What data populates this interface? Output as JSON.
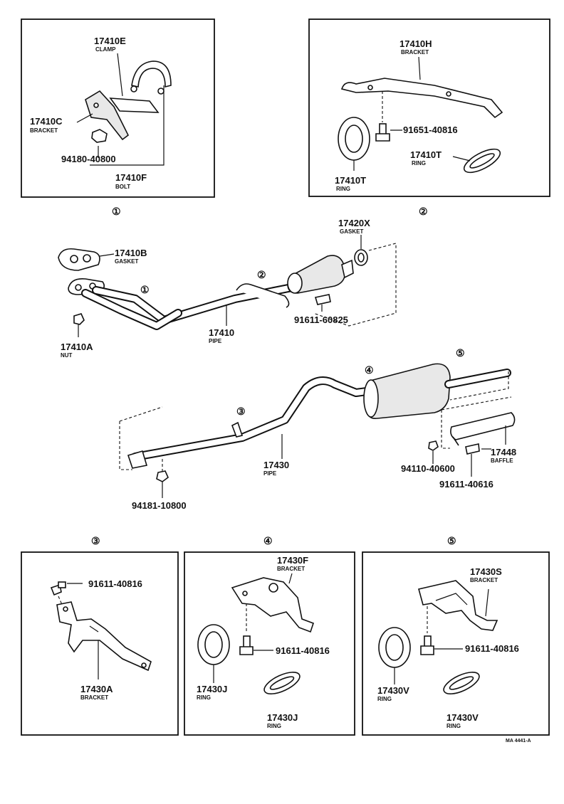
{
  "callouts": {
    "c1": "①",
    "c2": "②",
    "c3": "③",
    "c4": "④",
    "c5": "⑤"
  },
  "parts": {
    "p17410E": {
      "no": "17410E",
      "name": "CLAMP"
    },
    "p17410C": {
      "no": "17410C",
      "name": "BRACKET"
    },
    "p94180_40800": {
      "no": "94180-40800"
    },
    "p17410F": {
      "no": "17410F",
      "name": "BOLT"
    },
    "p17410H": {
      "no": "17410H",
      "name": "BRACKET"
    },
    "p91651_40816": {
      "no": "91651-40816"
    },
    "p17410T_a": {
      "no": "17410T",
      "name": "RING"
    },
    "p17410T_b": {
      "no": "17410T",
      "name": "RING"
    },
    "p17420X": {
      "no": "17420X",
      "name": "GASKET"
    },
    "p17410B": {
      "no": "17410B",
      "name": "GASKET"
    },
    "p91611_60825": {
      "no": "91611-60825"
    },
    "p17410": {
      "no": "17410",
      "name": "PIPE"
    },
    "p17410A": {
      "no": "17410A",
      "name": "NUT"
    },
    "p17430": {
      "no": "17430",
      "name": "PIPE"
    },
    "p94181_10800": {
      "no": "94181-10800"
    },
    "p17448": {
      "no": "17448",
      "name": "BAFFLE"
    },
    "p94110_40600": {
      "no": "94110-40600"
    },
    "p91611_40616": {
      "no": "91611-40616"
    },
    "p91611_40816_a": {
      "no": "91611-40816"
    },
    "p17430A": {
      "no": "17430A",
      "name": "BRACKET"
    },
    "p17430F": {
      "no": "17430F",
      "name": "BRACKET"
    },
    "p91611_40816_b": {
      "no": "91611-40816"
    },
    "p17430J_a": {
      "no": "17430J",
      "name": "RING"
    },
    "p17430J_b": {
      "no": "17430J",
      "name": "RING"
    },
    "p17430S": {
      "no": "17430S",
      "name": "BRACKET"
    },
    "p91611_40816_c": {
      "no": "91611-40816"
    },
    "p17430V_a": {
      "no": "17430V",
      "name": "RING"
    },
    "p17430V_b": {
      "no": "17430V",
      "name": "RING"
    }
  },
  "footer": {
    "code": "MA 4441-A"
  }
}
